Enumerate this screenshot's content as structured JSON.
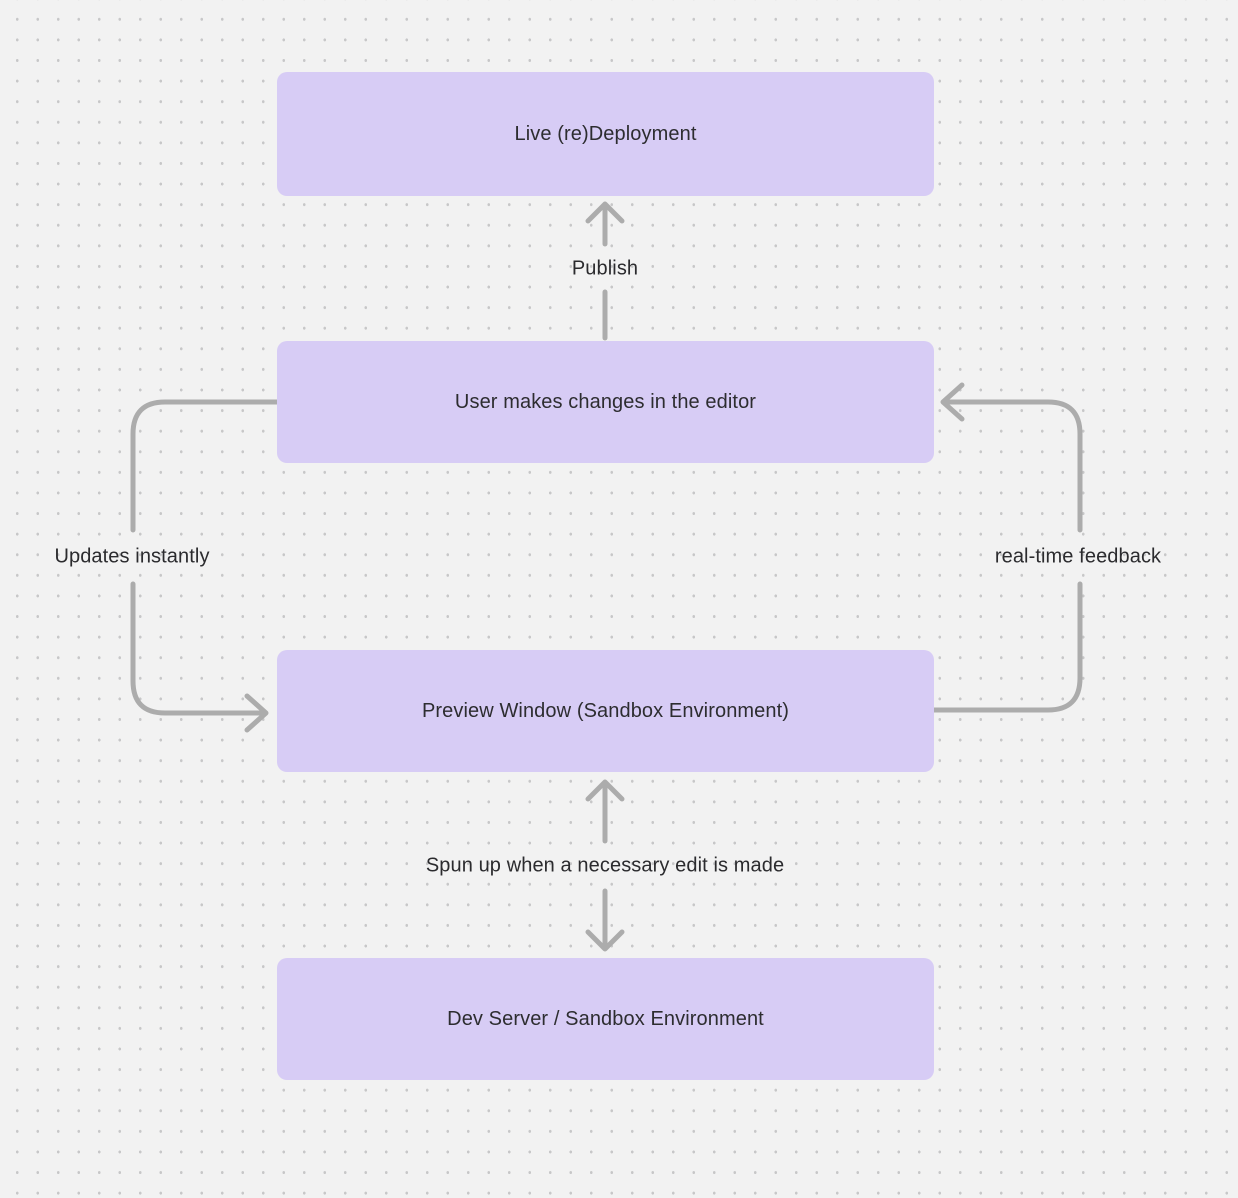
{
  "colors": {
    "background": "#f2f2f2",
    "grid_dot": "#c7c7c8",
    "node_fill": "#d7ccf5",
    "node_text": "#2d2d30",
    "arrow": "#acacac",
    "edge_label_text": "#2b2b2e"
  },
  "diagram": {
    "nodes": [
      {
        "id": "live-deployment",
        "label": "Live (re)Deployment"
      },
      {
        "id": "editor",
        "label": "User makes changes in the editor"
      },
      {
        "id": "preview-window",
        "label": "Preview Window (Sandbox Environment)"
      },
      {
        "id": "dev-server",
        "label": "Dev Server / Sandbox Environment"
      }
    ],
    "edges": [
      {
        "id": "publish",
        "from": "editor",
        "to": "live-deployment",
        "label": "Publish",
        "direction": "up"
      },
      {
        "id": "updates-instantly",
        "from": "editor",
        "to": "preview-window",
        "label": "Updates instantly",
        "direction": "left-loop-down"
      },
      {
        "id": "real-time-feedback",
        "from": "preview-window",
        "to": "editor",
        "label": "real-time feedback",
        "direction": "right-loop-up"
      },
      {
        "id": "spun-up",
        "from": "preview-window",
        "to": "dev-server",
        "label": "Spun up when a necessary edit is made",
        "direction": "bidirectional"
      }
    ]
  }
}
